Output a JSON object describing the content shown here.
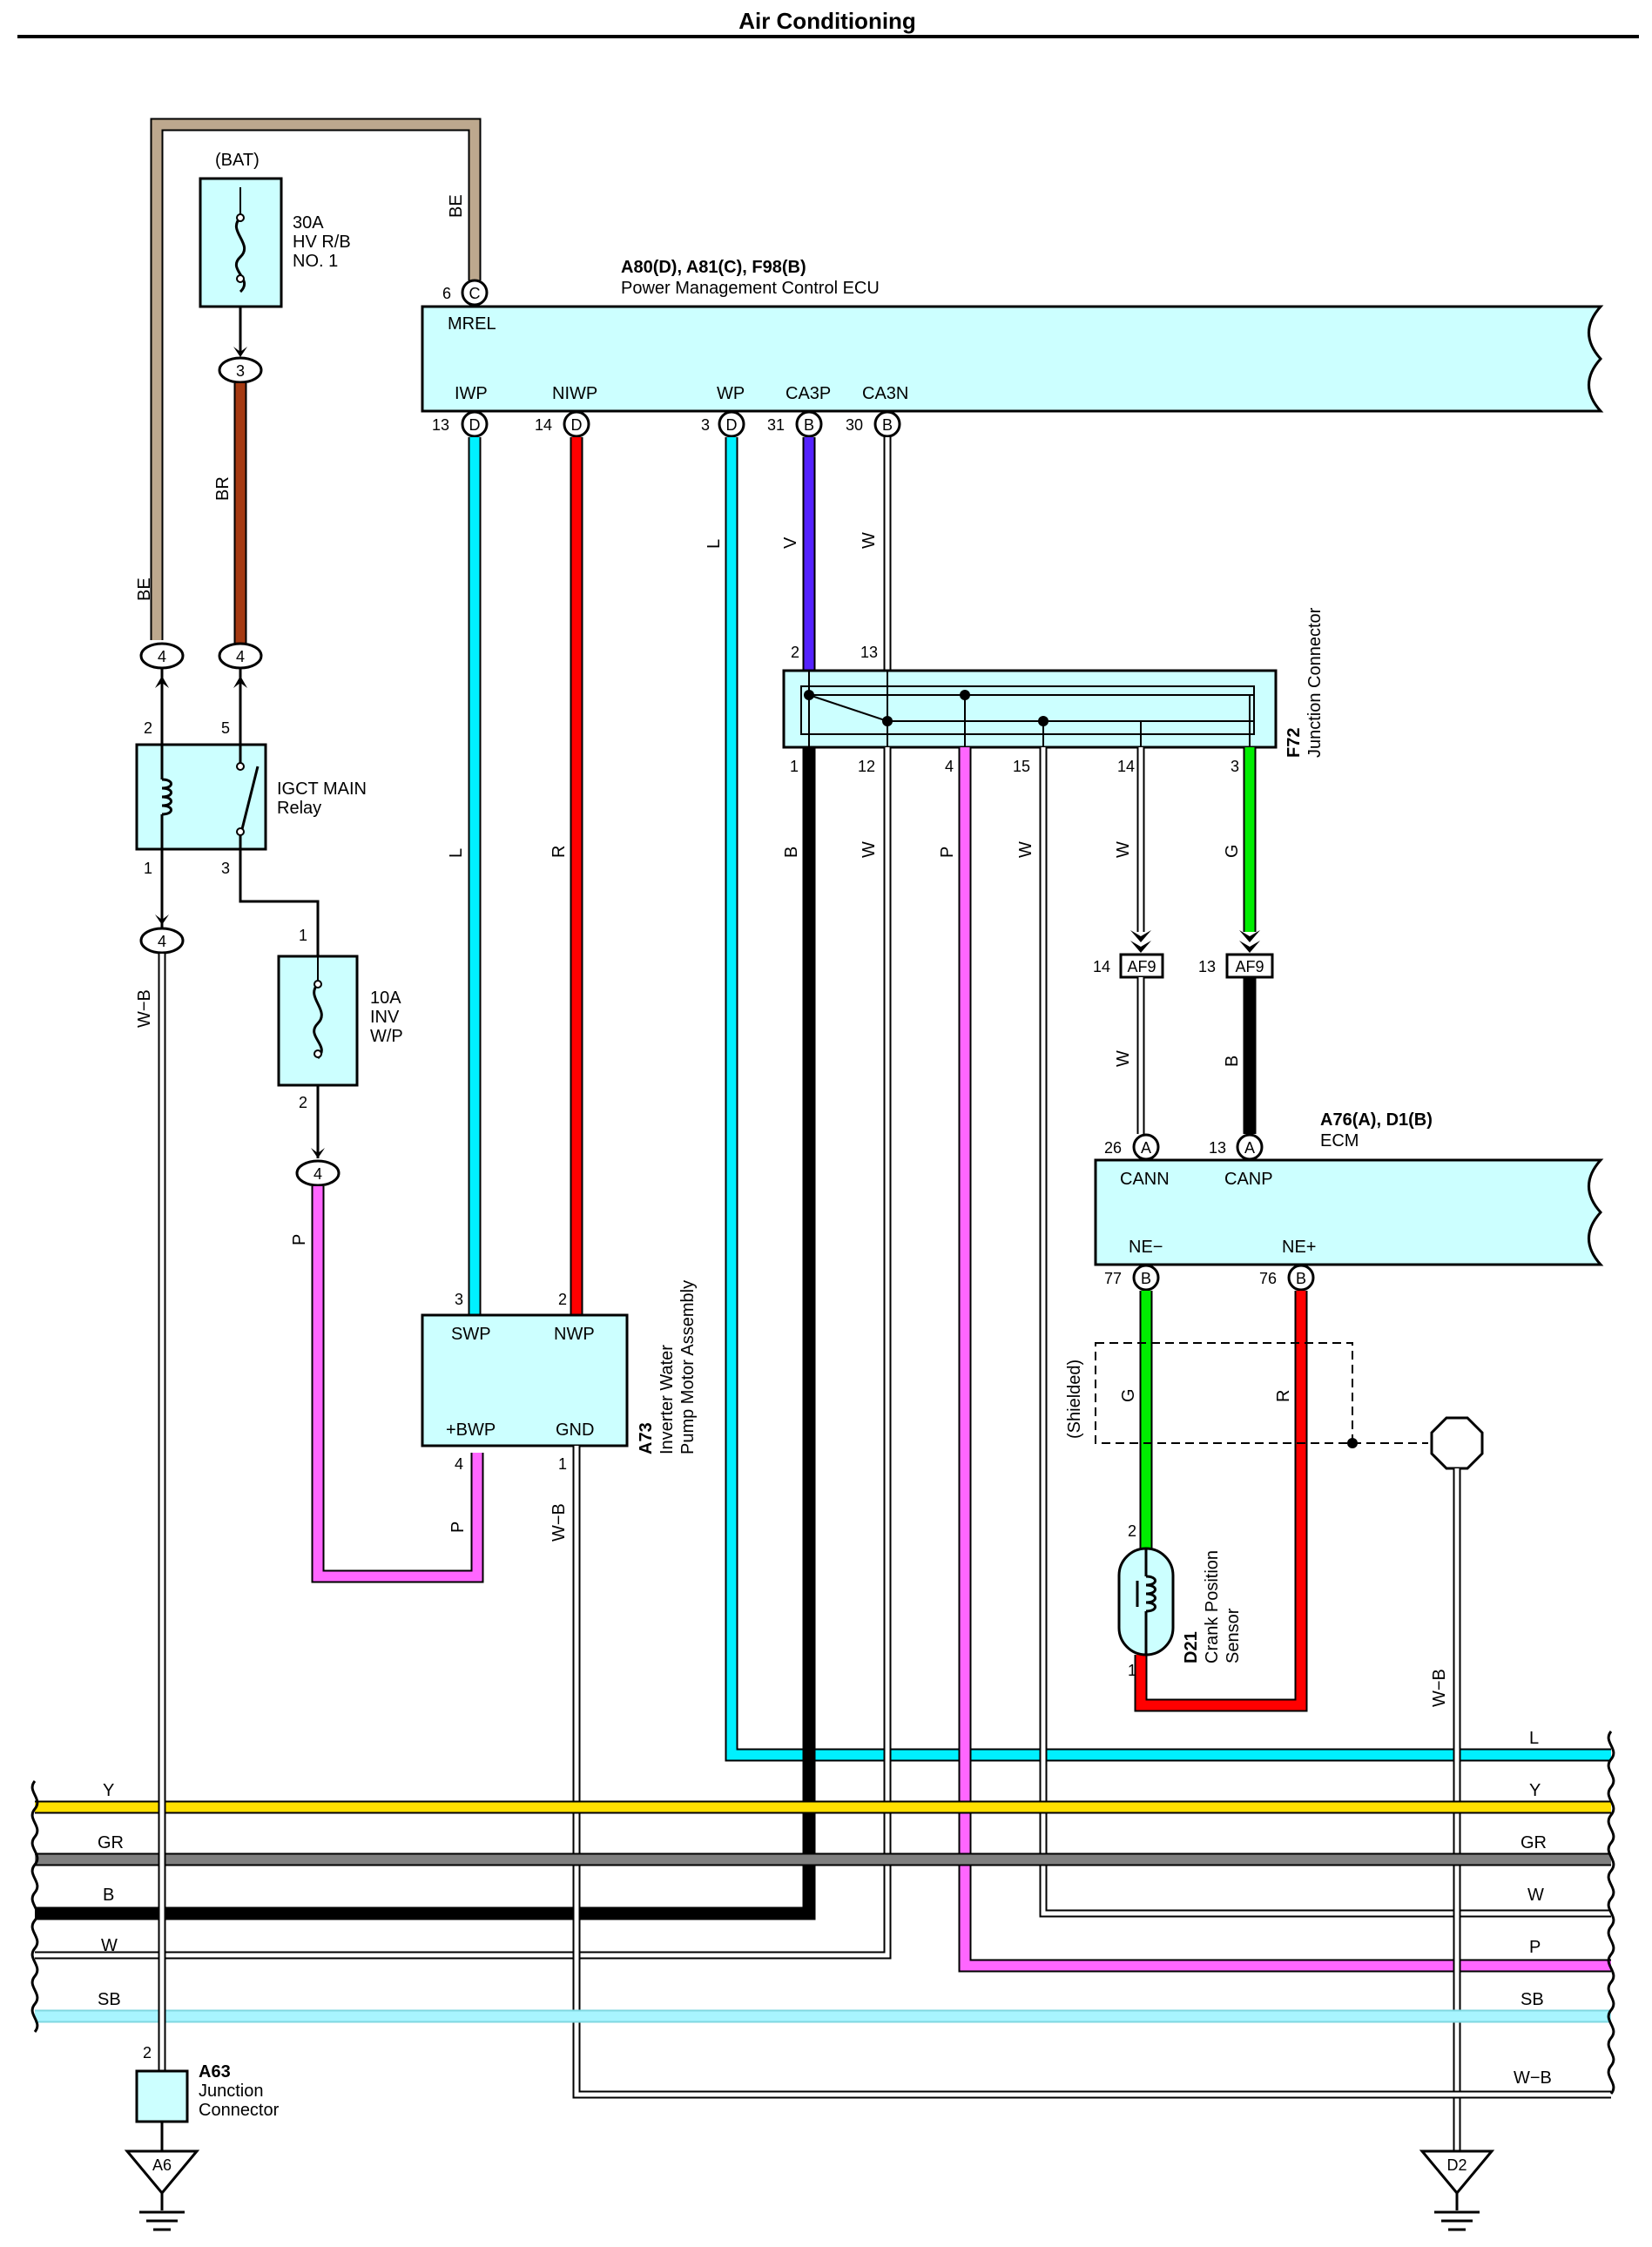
{
  "title": "Air Conditioning",
  "colors": {
    "BE": "#bda88e",
    "BR": "#a53a12",
    "L": "#00f0ff",
    "R": "#ff0000",
    "V": "#5522ff",
    "W": "#ffffff",
    "B": "#000000",
    "G": "#00ee00",
    "P": "#ff66ff",
    "Y": "#ffe000",
    "GR": "#7f7f7f",
    "SB": "#a8f5ff",
    "box_fill": "#ccffff"
  },
  "fuse_bat": {
    "supply": "(BAT)",
    "line1": "30A",
    "line2": "HV R/B",
    "line3": "NO. 1"
  },
  "fuse_inv": {
    "line1": "10A",
    "line2": "INV",
    "line3": "W/P"
  },
  "relay": {
    "line1": "IGCT MAIN",
    "line2": "Relay"
  },
  "ecu": {
    "connectors": "A80(D), A81(C), F98(B)",
    "name": "Power Management Control ECU",
    "pins": {
      "MREL": {
        "label": "MREL",
        "num": "6",
        "conn": "C"
      },
      "IWP": {
        "label": "IWP",
        "num": "13",
        "conn": "D"
      },
      "NIWP": {
        "label": "NIWP",
        "num": "14",
        "conn": "D"
      },
      "WP": {
        "label": "WP",
        "num": "3",
        "conn": "D"
      },
      "CA3P": {
        "label": "CA3P",
        "num": "31",
        "conn": "B"
      },
      "CA3N": {
        "label": "CA3N",
        "num": "30",
        "conn": "B"
      }
    }
  },
  "junction_f72": {
    "code": "F72",
    "name": "Junction Connector",
    "pins_top": [
      "2",
      "13"
    ],
    "pins_bottom": [
      "1",
      "12",
      "4",
      "15",
      "14",
      "3"
    ]
  },
  "af9": {
    "code": "AF9",
    "pin_w": "14",
    "pin_g": "13"
  },
  "ecm": {
    "connectors": "A76(A), D1(B)",
    "name": "ECM",
    "pins": {
      "CANN": {
        "label": "CANN",
        "num": "26",
        "conn": "A"
      },
      "CANP": {
        "label": "CANP",
        "num": "13",
        "conn": "A"
      },
      "NE_minus": {
        "label": "NE−",
        "num": "77",
        "conn": "B"
      },
      "NE_plus": {
        "label": "NE+",
        "num": "76",
        "conn": "B"
      }
    }
  },
  "pump": {
    "code": "A73",
    "name1": "Inverter Water",
    "name2": "Pump Motor Assembly",
    "SWP": "SWP",
    "NWP": "NWP",
    "BWP": "+BWP",
    "GND": "GND",
    "pin_swp": "3",
    "pin_nwp": "2",
    "pin_bwp": "4",
    "pin_gnd": "1"
  },
  "sensor": {
    "code": "D21",
    "name1": "Crank Position",
    "name2": "Sensor",
    "pin1": "1",
    "pin2": "2"
  },
  "shield_label": "(Shielded)",
  "junction_a63": {
    "code": "A63",
    "name1": "Junction",
    "name2": "Connector",
    "pin": "2"
  },
  "grounds": {
    "left": "A6",
    "right": "D2"
  },
  "wire_labels": {
    "BE": "BE",
    "BR": "BR",
    "L": "L",
    "R": "R",
    "V": "V",
    "W": "W",
    "B": "B",
    "G": "G",
    "P": "P",
    "WB": "W−B"
  },
  "splice_num": "4",
  "fuse_pin": {
    "p1": "1",
    "p2": "2",
    "p3": "3",
    "p5": "5"
  },
  "bus_left": [
    "Y",
    "GR",
    "B",
    "W",
    "SB"
  ],
  "bus_right": [
    "L",
    "Y",
    "GR",
    "W",
    "P",
    "SB",
    "W−B"
  ]
}
